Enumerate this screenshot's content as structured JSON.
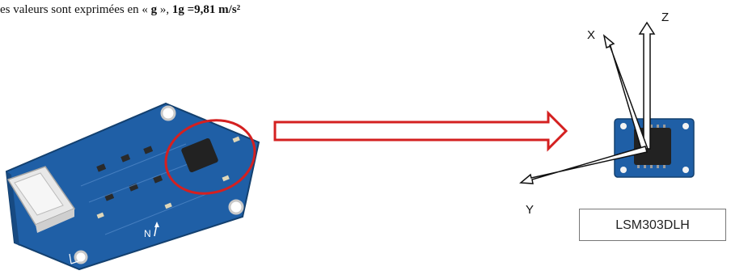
{
  "caption": {
    "prefix": "es valeurs sont exprimées en « ",
    "unit": "g",
    "middle": " », ",
    "conversion": "1g =9,81 m/s²"
  },
  "board": {
    "north_marker": "N"
  },
  "axes": {
    "x_label": "X",
    "y_label": "Y",
    "z_label": "Z"
  },
  "chip_label": "LSM303DLH",
  "colors": {
    "board_blue": "#1f5fa6",
    "highlight_red": "#d42020",
    "chip_dark": "#222222"
  }
}
